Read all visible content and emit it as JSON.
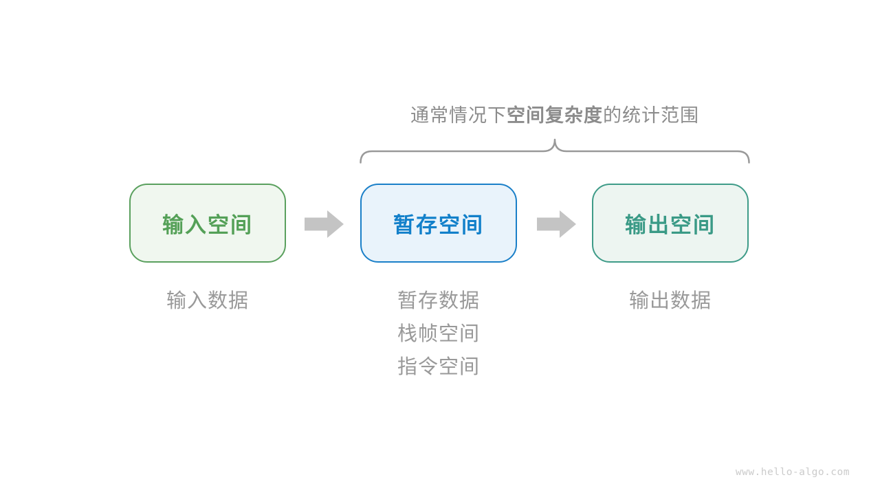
{
  "title": {
    "prefix": "通常情况下",
    "bold": "空间复杂度",
    "suffix": "的统计范围"
  },
  "boxes": [
    {
      "label": "输入空间",
      "notes": [
        "输入数据"
      ]
    },
    {
      "label": "暂存空间",
      "notes": [
        "暂存数据",
        "栈帧空间",
        "指令空间"
      ]
    },
    {
      "label": "输出空间",
      "notes": [
        "输出数据"
      ]
    }
  ],
  "icons": {
    "arrow_1": "right-block-arrow",
    "arrow_2": "right-block-arrow",
    "brace": "curly-brace-over-scope"
  },
  "watermark": "www.hello-algo.com",
  "colors": {
    "page-bg": "#ffffff",
    "title-text": "#8c8c8c",
    "brace": "#999999",
    "arrow": "#c4c4c4",
    "muted-text": "#999999",
    "watermark": "#cbcbcb",
    "input-border": "#5aa05e",
    "input-bg": "#f0f7ef",
    "input-text": "#54a057",
    "buffer-border": "#1a7fc8",
    "buffer-bg": "#e9f3fb",
    "buffer-text": "#1280ca",
    "output-border": "#3e9b88",
    "output-bg": "#edf5f1",
    "output-text": "#3a9a86"
  }
}
